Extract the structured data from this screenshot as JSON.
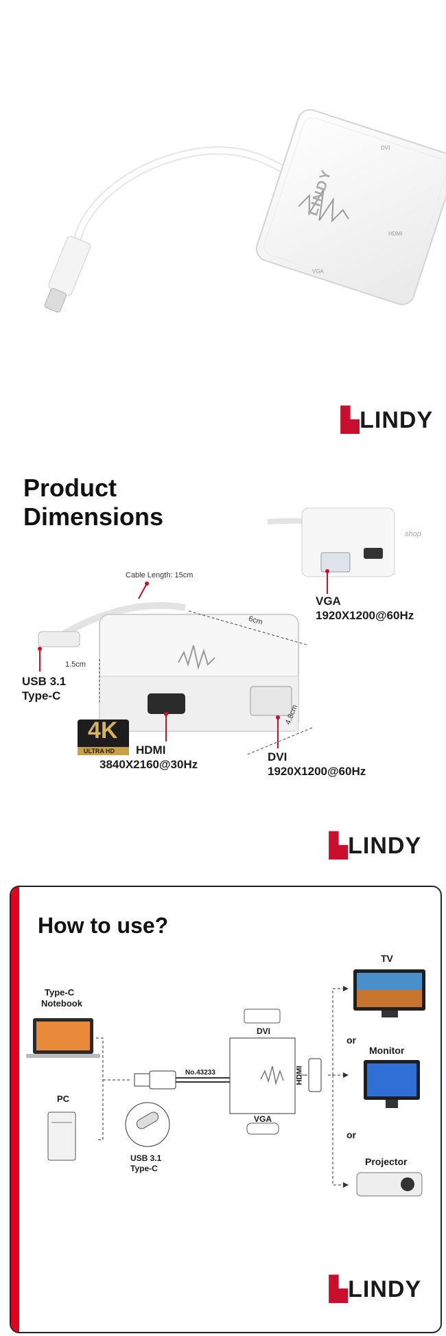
{
  "brand": {
    "logo": "LINDY",
    "accent": "#c8102e"
  },
  "hero": {
    "port_top": "DVI",
    "port_side": "HDMI",
    "port_bottom": "VGA",
    "device_logo": "LINDY"
  },
  "dimensions": {
    "title_line1": "Product",
    "title_line2": "Dimensions",
    "cable_length": "Cable Length: 15cm",
    "width": "6cm",
    "height": "1.5cm",
    "depth": "4.8cm",
    "usb_label": [
      "USB 3.1",
      "Type-C"
    ],
    "vga_label": [
      "VGA",
      "1920X1200@60Hz"
    ],
    "hdmi_label": [
      "HDMI",
      "3840X2160@30Hz"
    ],
    "dvi_label": [
      "DVI",
      "1920X1200@60Hz"
    ],
    "badge_4k": "4K",
    "badge_uhd": "ULTRA HD",
    "watermark": "shop"
  },
  "howto": {
    "title": "How to use?",
    "notebook": [
      "Type-C",
      "Notebook"
    ],
    "pc": "PC",
    "usb_label": [
      "USB 3.1",
      "Type-C"
    ],
    "part_no": "No.43233",
    "dvi": "DVI",
    "vga": "VGA",
    "hdmi": "HDMI",
    "tv": "TV",
    "or1": "or",
    "monitor": "Monitor",
    "or2": "or",
    "projector": "Projector"
  }
}
